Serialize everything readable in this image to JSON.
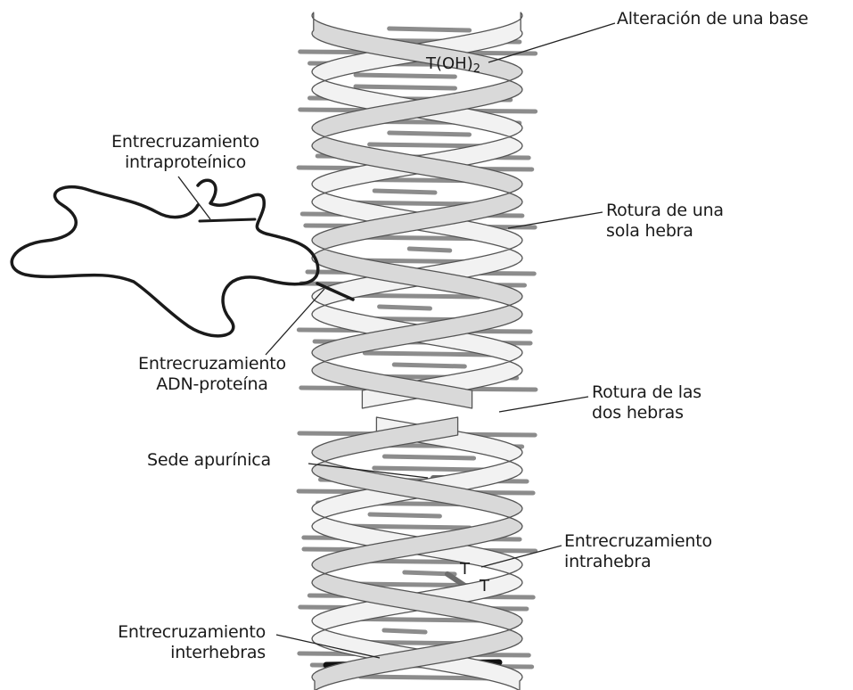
{
  "labels": {
    "base_alteration": "Alteración de una base",
    "base_alteration_formula": "T(OH)",
    "base_alteration_subscript": "2",
    "intraprotein_crosslink": [
      "Entrecruzamiento",
      "intraproteínico"
    ],
    "single_strand_break": [
      "Rotura de una",
      "sola hebra"
    ],
    "dna_protein_crosslink": [
      "Entrecruzamiento",
      "ADN-proteína"
    ],
    "double_strand_break": [
      "Rotura de las",
      "dos hebras"
    ],
    "apurinic_site": "Sede apurínica",
    "intrastrand_crosslink": [
      "Entrecruzamiento",
      "intrahebra"
    ],
    "intrastrand_thymine_a": "T",
    "intrastrand_thymine_b": "T",
    "interstrand_crosslink": [
      "Entrecruzamiento",
      "interhebras"
    ]
  },
  "colors": {
    "ribbon_light": "#f2f2f2",
    "ribbon_mid": "#d9d9d9",
    "ribbon_dark": "#9a9a9a",
    "outline": "#555555",
    "rung": "#8c8c8c",
    "crosslink_rung": "#111111",
    "leader": "#222222"
  }
}
